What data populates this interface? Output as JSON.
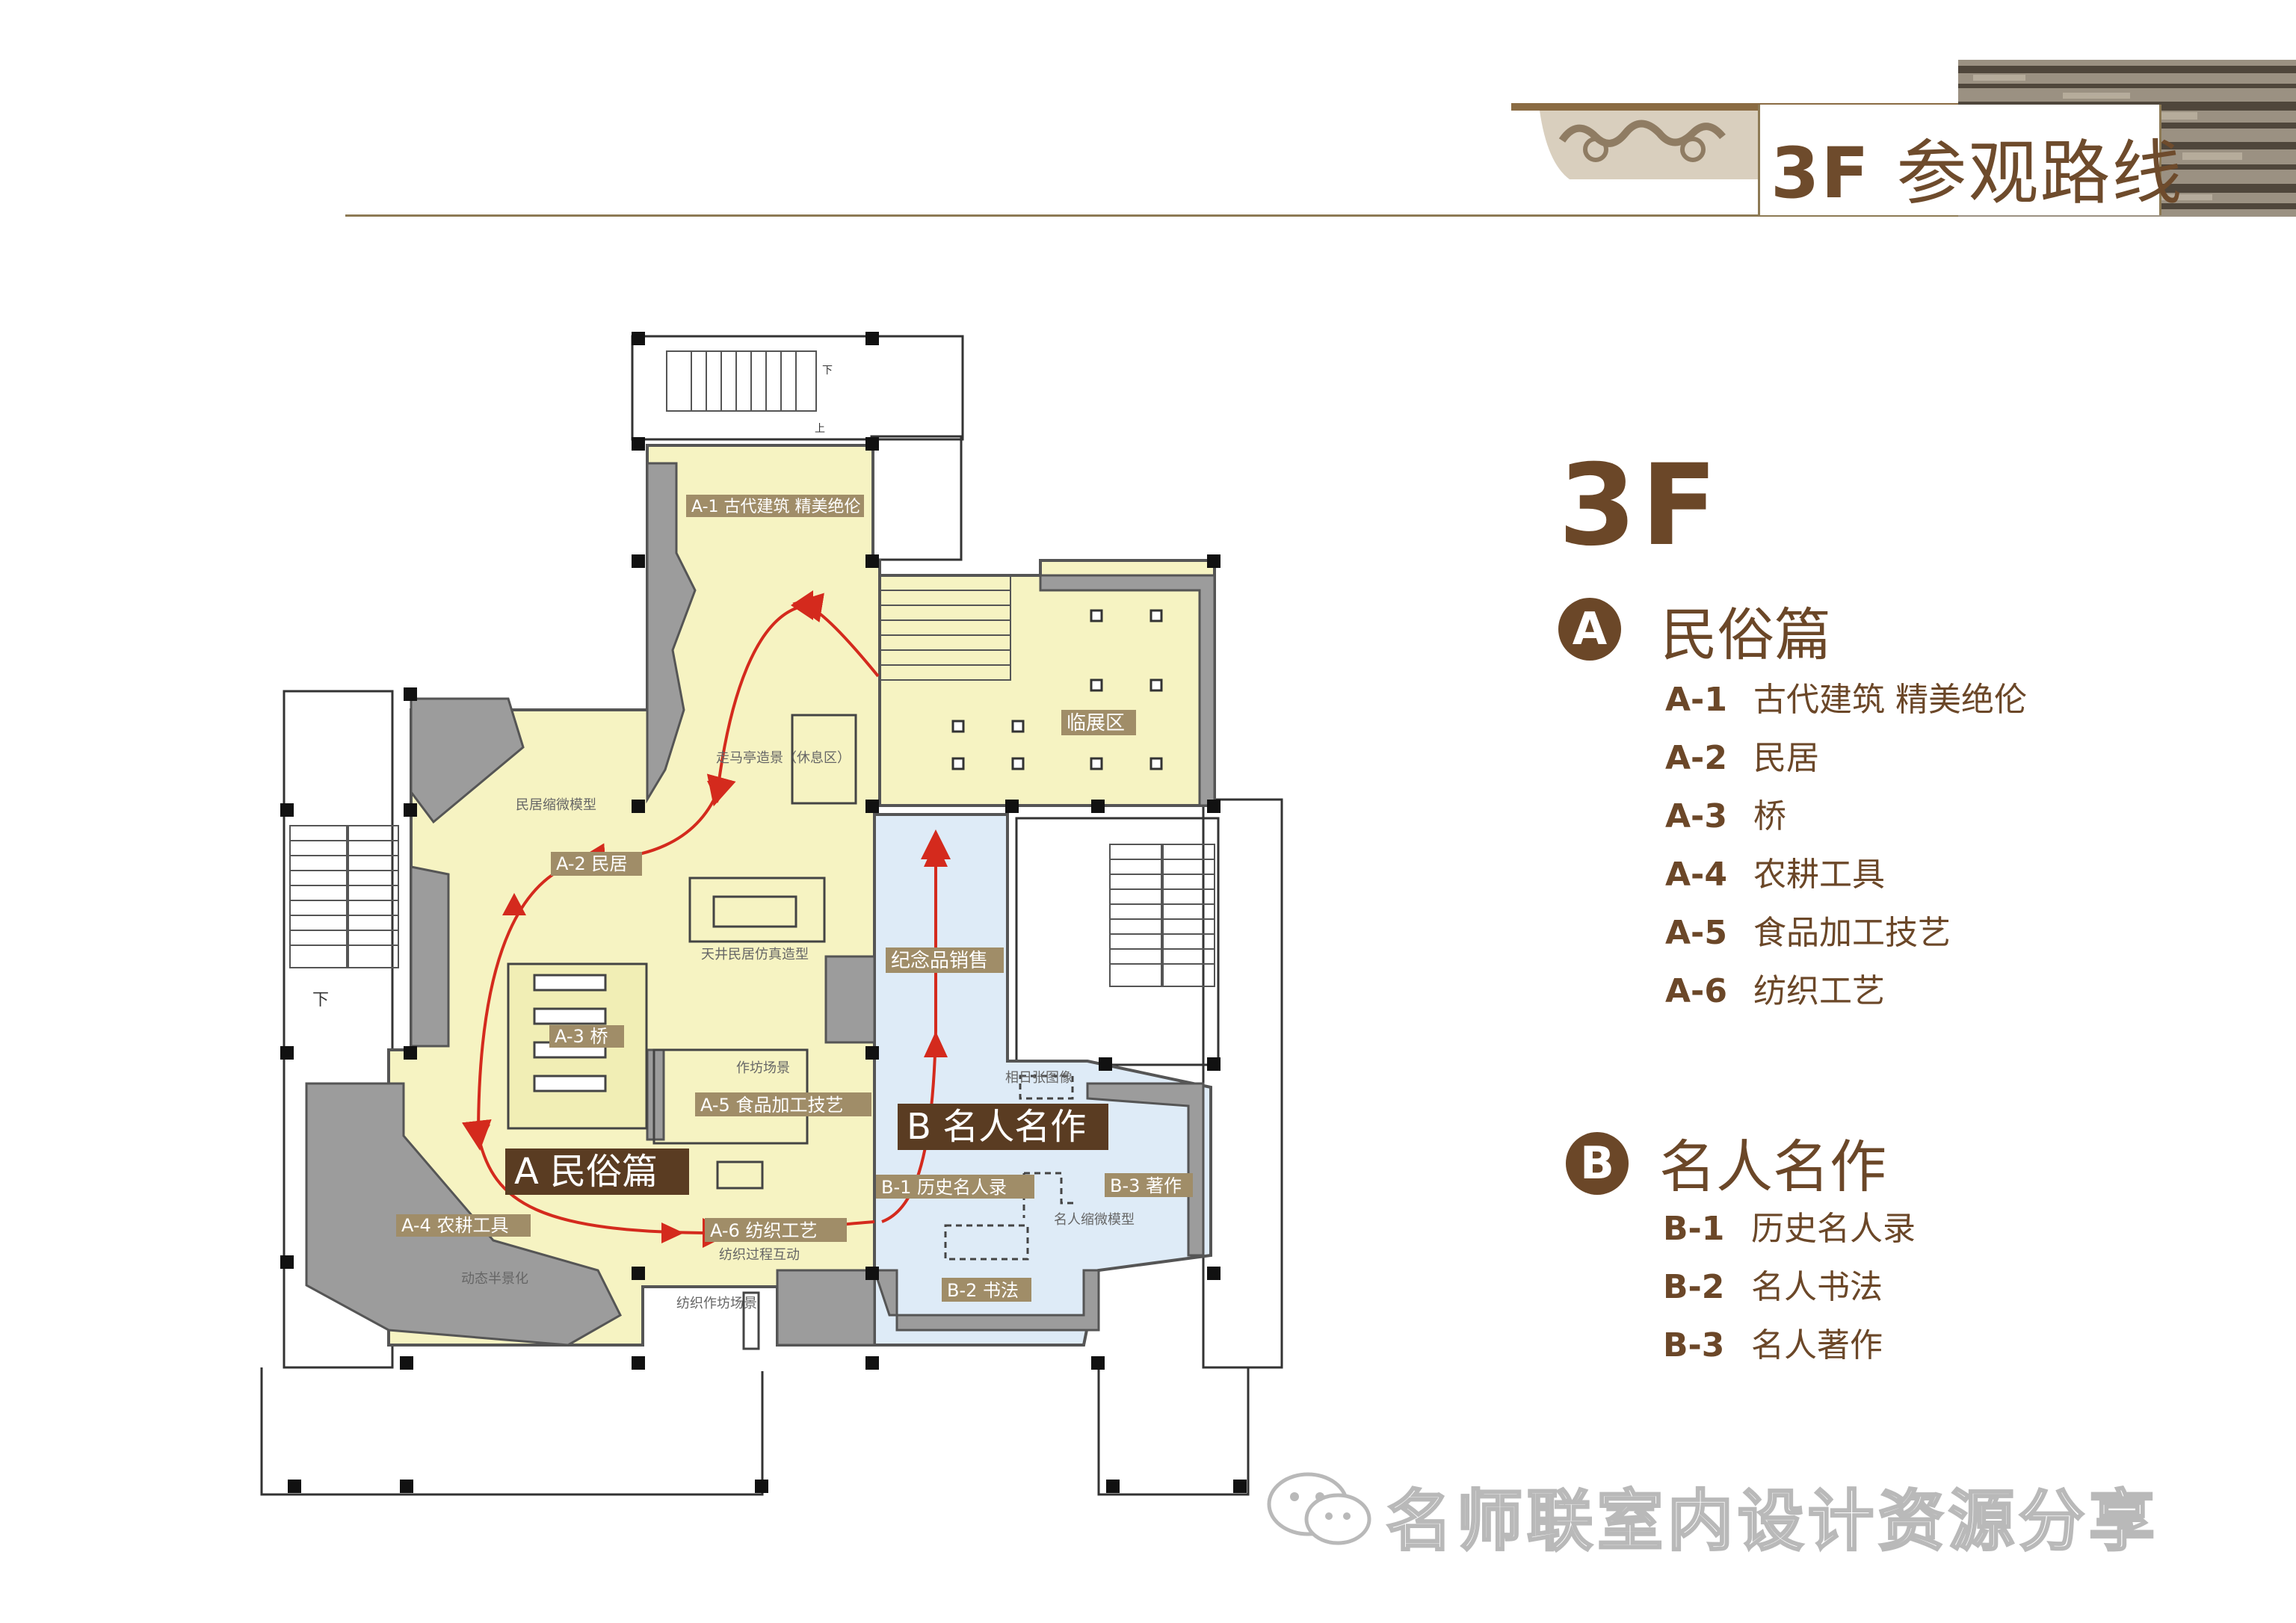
{
  "header": {
    "title_code": "3F",
    "title_text": "参观路线"
  },
  "plan": {
    "labels": {
      "a1": "A-1 古代建筑 精美绝伦",
      "a2": "A-2 民居",
      "a3": "A-3 桥",
      "a4": "A-4 农耕工具",
      "a5": "A-5 食品加工技艺",
      "a6": "A-6 纺织工艺",
      "b1": "B-1 历史名人录",
      "b2": "B-2 书法",
      "b3": "B-3 著作",
      "souvenir": "纪念品销售",
      "temp_exhibit": "临展区",
      "section_a": "A 民俗篇",
      "section_b": "B 名人名作"
    },
    "notes": {
      "pavilion": "走马亭造景（休息区）",
      "house_model": "民居缩微模型",
      "courtyard_model": "天井民居仿真造型",
      "workshop": "作坊场景",
      "dynamic": "动态半景化",
      "weaving_process": "纺织过程互动",
      "weaving_scene": "纺织作坊场景",
      "celebrity_model": "名人缩微模型",
      "portrait": "相日张图像",
      "down_left": "下",
      "stair_down": "下",
      "stair_up": "上"
    }
  },
  "legend": {
    "floor": "3F",
    "section_a": {
      "badge": "A",
      "title": "民俗篇",
      "items": [
        {
          "code": "A-1",
          "label": "古代建筑 精美绝伦"
        },
        {
          "code": "A-2",
          "label": "民居"
        },
        {
          "code": "A-3",
          "label": "桥"
        },
        {
          "code": "A-4",
          "label": "农耕工具"
        },
        {
          "code": "A-5",
          "label": "食品加工技艺"
        },
        {
          "code": "A-6",
          "label": "纺织工艺"
        }
      ]
    },
    "section_b": {
      "badge": "B",
      "title": "名人名作",
      "items": [
        {
          "code": "B-1",
          "label": "历史名人录"
        },
        {
          "code": "B-2",
          "label": "名人书法"
        },
        {
          "code": "B-3",
          "label": "名人著作"
        }
      ]
    }
  },
  "watermark": {
    "text": "名师联室内设计资源分享"
  },
  "colors": {
    "brown": "#6b4728",
    "zone_a": "#f6f3c2",
    "zone_b": "#deebf7",
    "route": "#d42a1d",
    "label_bg": "#a08d68",
    "gray_fill": "#9c9c9c"
  }
}
